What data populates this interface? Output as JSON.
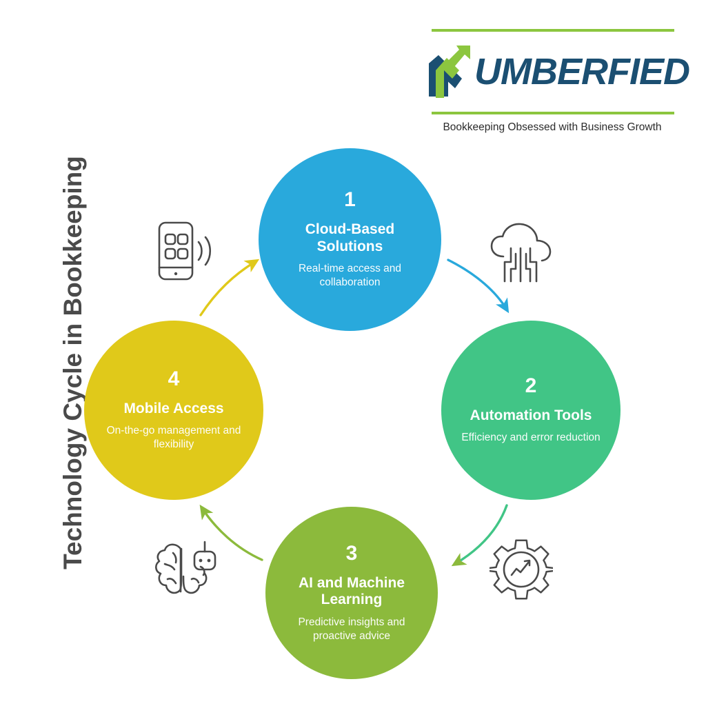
{
  "brand": {
    "logo_word": "UMBERFIED",
    "logo_mark": "n-arrow-logo-icon",
    "tagline": "Bookkeeping Obsessed with Business Growth",
    "blue": "#1B4F72",
    "green": "#8CC63F"
  },
  "page_title": "Technology Cycle in Bookkeeping",
  "chart_data": {
    "type": "diagram",
    "diagram_kind": "cycle",
    "title": "Technology Cycle in Bookkeeping",
    "direction": "clockwise",
    "stage_count": 4,
    "stages": [
      {
        "number": "1",
        "title": "Cloud-Based Solutions",
        "desc": "Real-time access and collaboration",
        "color": "#29A9DC",
        "icon": "cloud-circuit-icon",
        "position": "top"
      },
      {
        "number": "2",
        "title": "Automation Tools",
        "desc": "Efficiency and error reduction",
        "color": "#41C586",
        "icon": "gear-chart-icon",
        "position": "right"
      },
      {
        "number": "3",
        "title": "AI and Machine Learning",
        "desc": "Predictive insights and proactive advice",
        "color": "#8CBA3C",
        "icon": "brain-robot-icon",
        "position": "bottom"
      },
      {
        "number": "4",
        "title": "Mobile Access",
        "desc": "On-the-go management and flexibility",
        "color": "#E0C91A",
        "icon": "mobile-signal-icon",
        "position": "left"
      }
    ],
    "arrows": [
      {
        "from": "1",
        "to": "2",
        "color": "#29A9DC",
        "label": "arrow-1-to-2"
      },
      {
        "from": "2",
        "to": "3",
        "color": "#41C586",
        "label": "arrow-2-to-3"
      },
      {
        "from": "3",
        "to": "4",
        "color": "#8CBA3C",
        "label": "arrow-3-to-4"
      },
      {
        "from": "4",
        "to": "1",
        "color": "#E0C91A",
        "label": "arrow-4-to-1"
      }
    ],
    "background": "#FFFFFF",
    "icon_stroke": "#4a4a4a"
  }
}
